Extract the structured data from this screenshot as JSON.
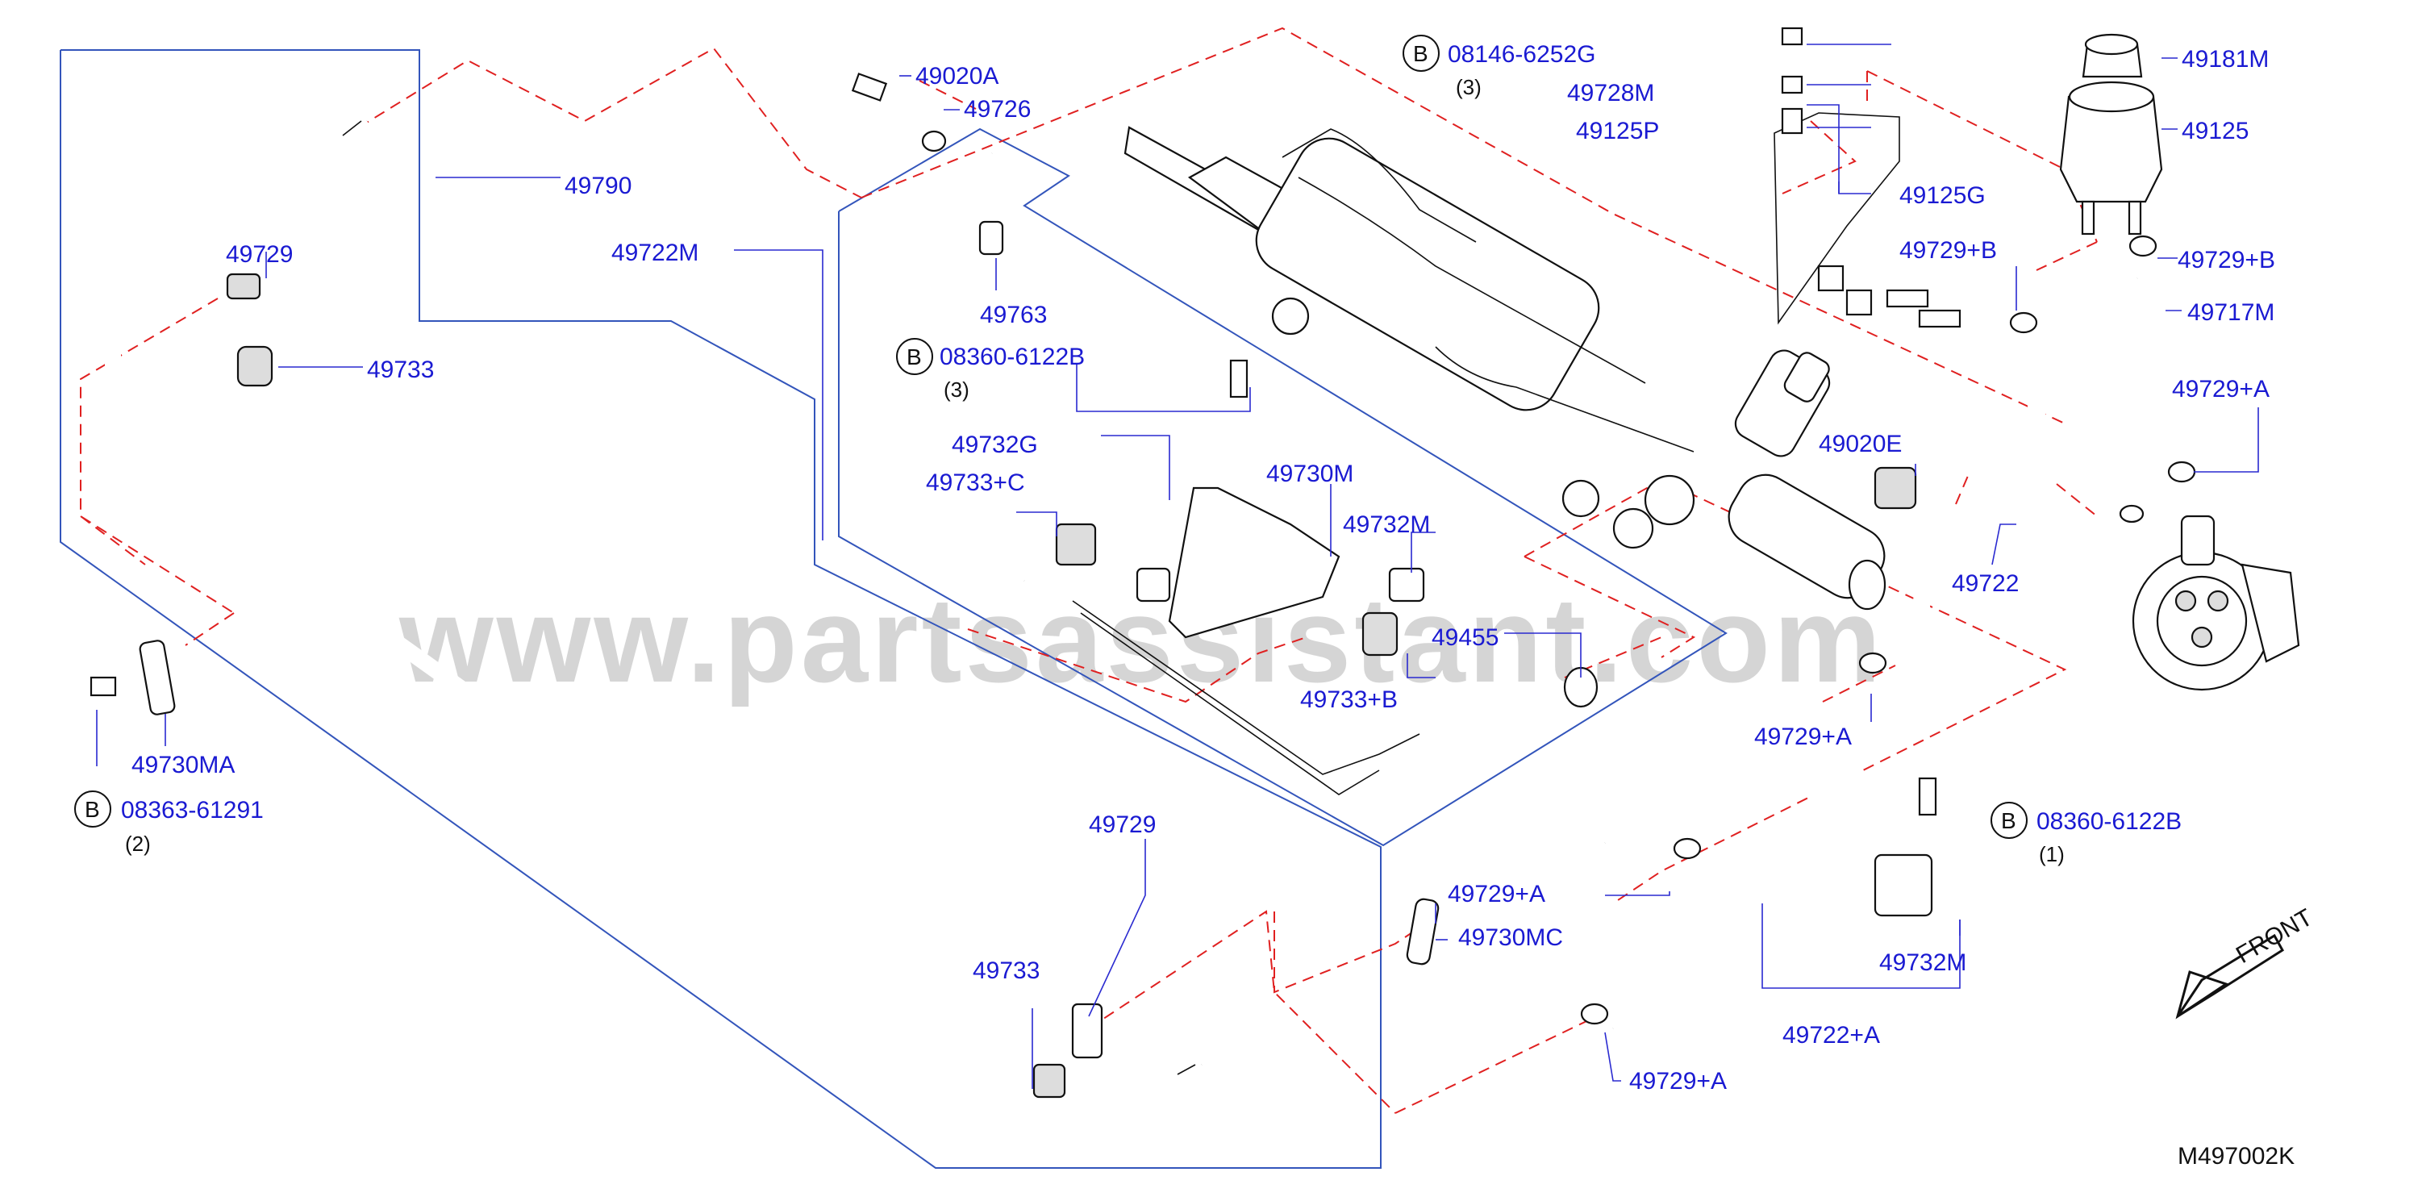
{
  "watermark": "www.partsassistant.com",
  "diagram_code": "M497002K",
  "front_label": "FRONT",
  "bolt_marker": "B",
  "labels": {
    "p49020A": "49020A",
    "p49726": "49726",
    "p49790": "49790",
    "p49722M": "49722M",
    "p49729_top": "49729",
    "p49733_top": "49733",
    "p49763": "49763",
    "p08360_6122B_top": "08360-6122B",
    "q_08360_top": "(3)",
    "p49732G": "49732G",
    "p49733C": "49733+C",
    "p49730M": "49730M",
    "p49732M_mid": "49732M",
    "p49455": "49455",
    "p49733B": "49733+B",
    "p08146_6252G": "08146-6252G",
    "q_08146": "(3)",
    "p49728M": "49728M",
    "p49125P": "49125P",
    "p49125G": "49125G",
    "p49181M": "49181M",
    "p49125": "49125",
    "p49729B_1": "49729+B",
    "p49729B_2": "49729+B",
    "p49717M": "49717M",
    "p49729A_r": "49729+A",
    "p49020E": "49020E",
    "p49722": "49722",
    "p49729A_mid": "49729+A",
    "p49730MA": "49730MA",
    "p08363_61291": "08363-61291",
    "q_08363": "(2)",
    "p49729_bot": "49729",
    "p49733_bot": "49733",
    "p49729A_bl": "49729+A",
    "p49730MC": "49730MC",
    "p08360_6122B_bot": "08360-6122B",
    "q_08360_bot": "(1)",
    "p49732M_bot": "49732M",
    "p49722A": "49722+A",
    "p49729A_bot": "49729+A"
  }
}
